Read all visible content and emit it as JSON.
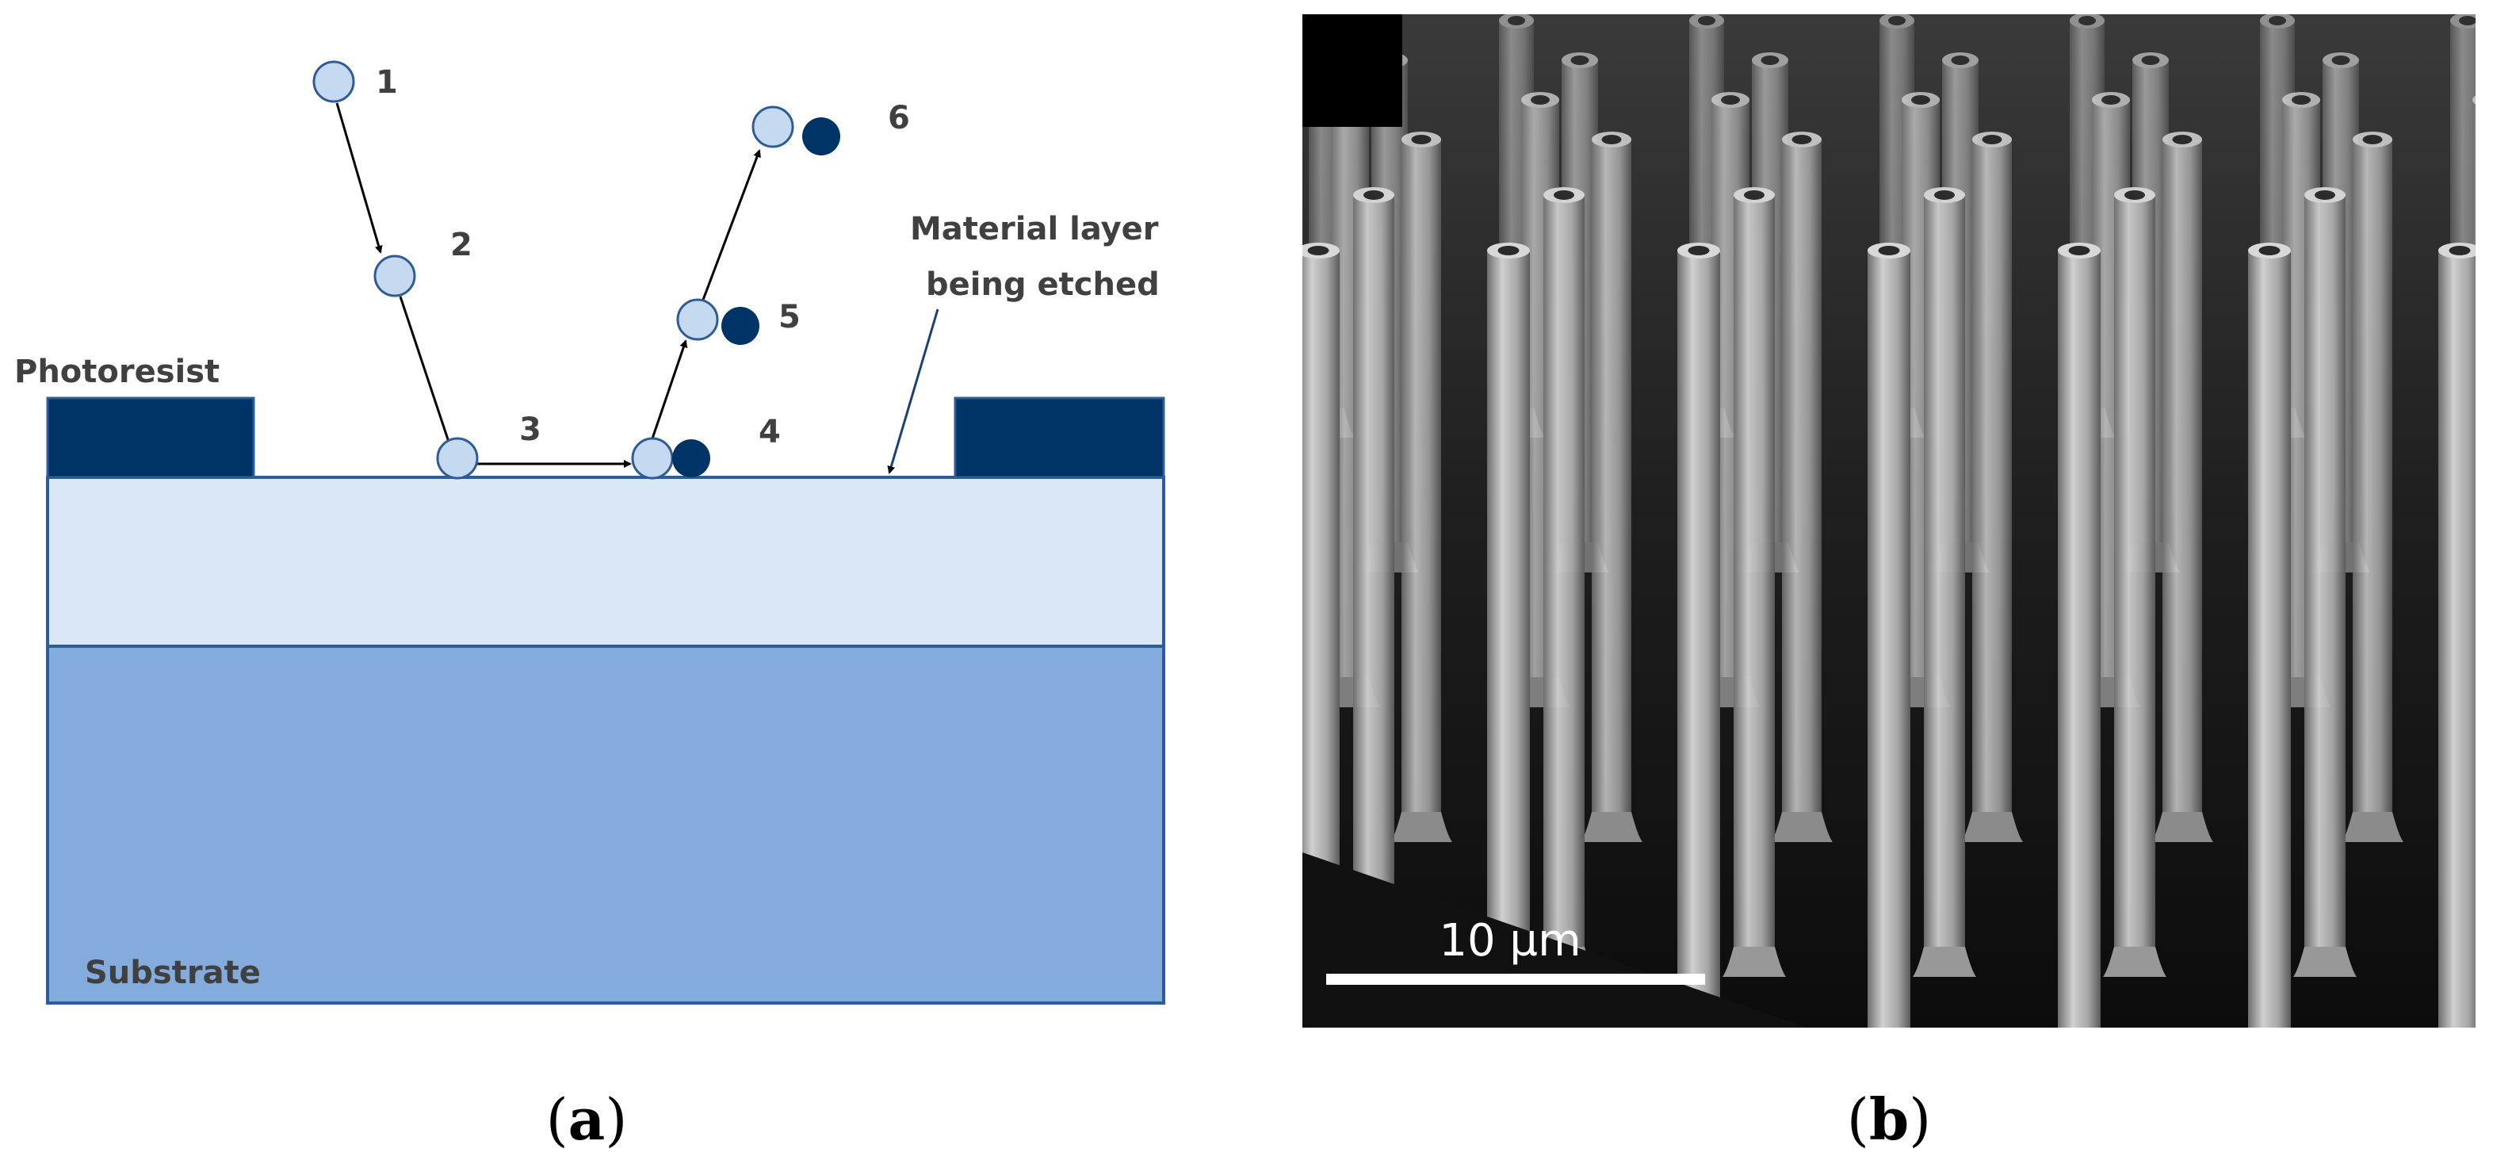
{
  "panel_a": {
    "caption": "a",
    "labels": {
      "photoresist": "Photoresist",
      "material_layer_line1": "Material layer",
      "material_layer_line2": "being etched",
      "substrate": "Substrate"
    },
    "steps": [
      "1",
      "2",
      "3",
      "4",
      "5",
      "6"
    ],
    "colors": {
      "photoresist": "#003366",
      "material_layer": "#dae7f5",
      "substrate": "#83acdc",
      "outline": "#2e5c96",
      "reactant": "#c5d9f1",
      "product": "#003366",
      "arrow": "#000000"
    }
  },
  "panel_b": {
    "caption": "b",
    "scale_bar_label": "10 µm",
    "colors": {
      "background": "#1c1c1c",
      "pillar": "#9a9a9a",
      "scale_bar": "#ffffff"
    }
  },
  "caption_parens": {
    "open": "(",
    "close": ")"
  }
}
